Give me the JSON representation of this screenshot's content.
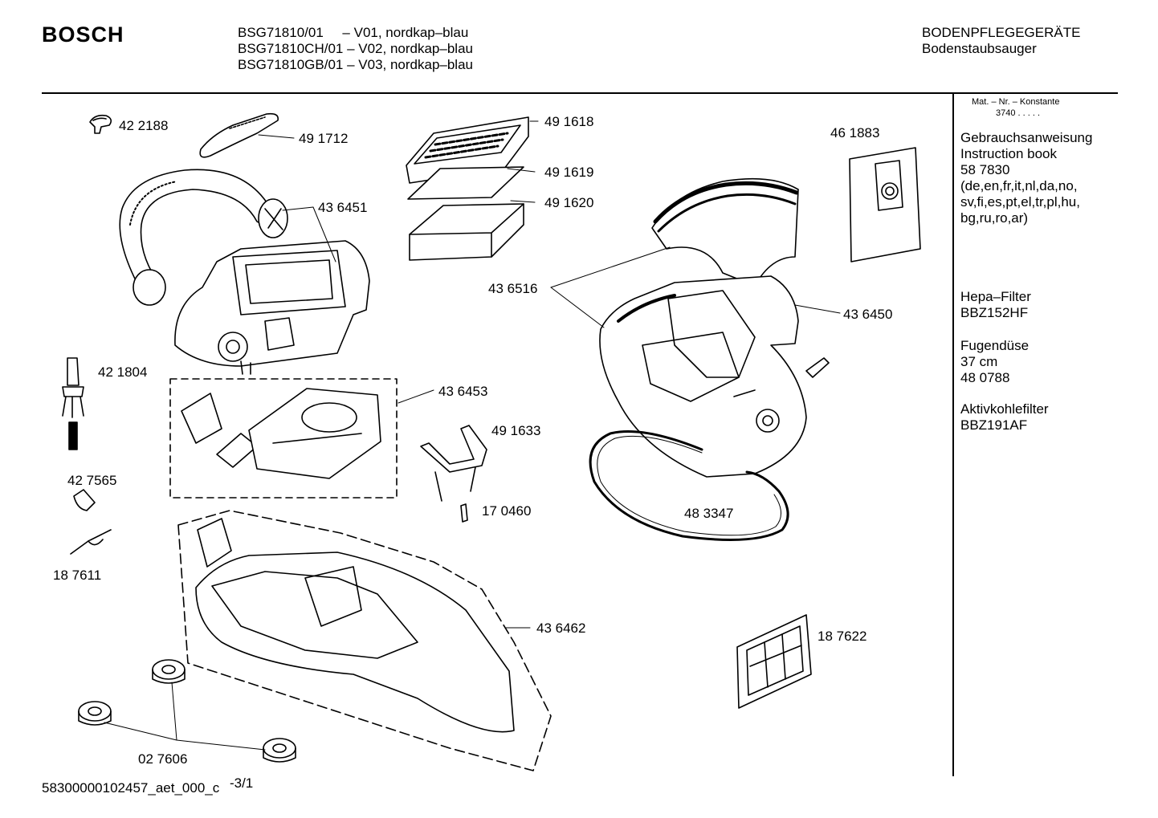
{
  "header": {
    "brand": "BOSCH",
    "models": [
      "BSG71810/01     – V01, nordkap–blau",
      "BSG71810CH/01 – V02, nordkap–blau",
      "BSG71810GB/01 – V03, nordkap–blau"
    ],
    "category": "BODENPFLEGEGERÄTE",
    "subcategory": "Bodenstaubsauger"
  },
  "sidebar": {
    "mat_header": "Mat. – Nr. – Konstante",
    "mat_value": "3740  .  .  .  .  .",
    "blocks": [
      [
        "Gebrauchsanweisung",
        "Instruction book",
        "58 7830",
        "(de,en,fr,it,nl,da,no,",
        "sv,fi,es,pt,el,tr,pl,hu,",
        "bg,ru,ro,ar)"
      ],
      [
        "Hepa–Filter",
        "BBZ152HF"
      ],
      [
        "Fugendüse",
        "37 cm",
        "48 0788"
      ],
      [
        "Aktivkohlefilter",
        "BBZ191AF"
      ]
    ]
  },
  "parts": [
    {
      "id": "p422188",
      "label": "42 2188"
    },
    {
      "id": "p491712",
      "label": "49 1712"
    },
    {
      "id": "p491618",
      "label": "49 1618"
    },
    {
      "id": "p491619",
      "label": "49 1619"
    },
    {
      "id": "p491620",
      "label": "49 1620"
    },
    {
      "id": "p436451",
      "label": "43 6451"
    },
    {
      "id": "p461883",
      "label": "46 1883"
    },
    {
      "id": "p436516",
      "label": "43 6516"
    },
    {
      "id": "p436450",
      "label": "43 6450"
    },
    {
      "id": "p421804",
      "label": "42 1804"
    },
    {
      "id": "p436453",
      "label": "43 6453"
    },
    {
      "id": "p491633",
      "label": "49 1633"
    },
    {
      "id": "p427565",
      "label": "42 7565"
    },
    {
      "id": "p170460",
      "label": "17 0460"
    },
    {
      "id": "p483347",
      "label": "48 3347"
    },
    {
      "id": "p187611",
      "label": "18 7611"
    },
    {
      "id": "p436462",
      "label": "43 6462"
    },
    {
      "id": "p187622",
      "label": "18 7622"
    },
    {
      "id": "p027606",
      "label": "02 7606"
    }
  ],
  "footer": {
    "doc_id": "58300000102457_aet_000_c",
    "page": "-3/1"
  }
}
